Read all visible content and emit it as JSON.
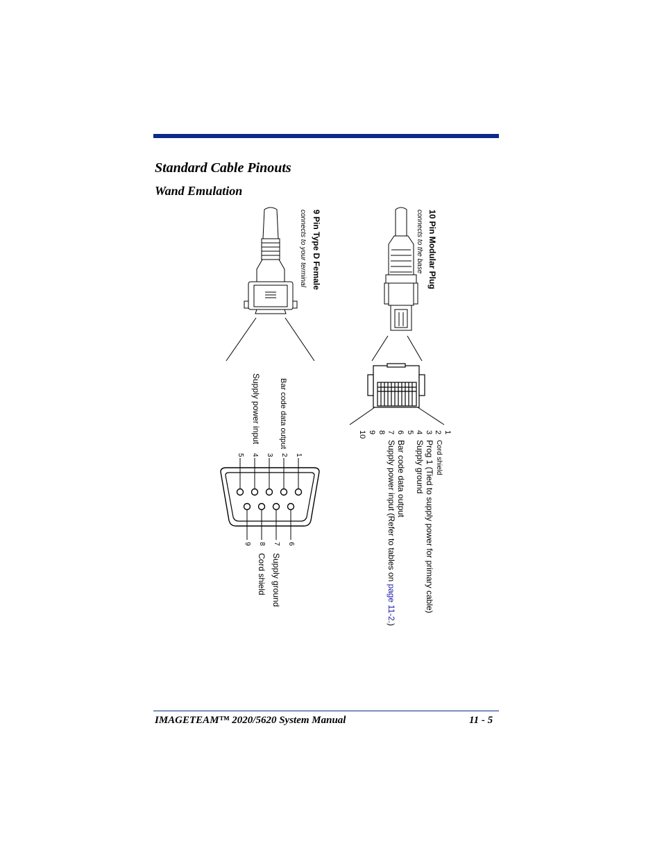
{
  "header": {
    "title": "Standard Cable Pinouts",
    "subtitle": "Wand Emulation"
  },
  "connector_db9": {
    "title": "9 Pin Type D Female",
    "caption": "connects to your terminal",
    "top_pins": [
      "1",
      "2",
      "3",
      "4",
      "5"
    ],
    "bottom_pins": [
      "6",
      "7",
      "8",
      "9"
    ],
    "label_pin2": "Bar code data output",
    "label_pin5": "Supply power input",
    "label_pin7": "Supply ground",
    "label_pin8": "Cord shield"
  },
  "connector_modular": {
    "title": "10 Pin Modular Plug",
    "caption": "connects to the base",
    "pins": [
      "1",
      "2",
      "3",
      "4",
      "5",
      "6",
      "7",
      "8",
      "9",
      "10"
    ],
    "pin2_label": "Cord shield",
    "pin3_label": "Prog 1  (Tied to supply power for primary cable)",
    "pin4_label": "Supply ground",
    "pin6_label": "Bar code data output",
    "pin7_label_prefix": "Supply power input (Refer to tables on ",
    "pin7_link": "page 11-2",
    "pin7_label_suffix": ".)",
    "link_color": "#1a1aa6"
  },
  "footer": {
    "left": "IMAGETEAM™ 2020/5620 System Manual",
    "right": "11 - 5"
  }
}
